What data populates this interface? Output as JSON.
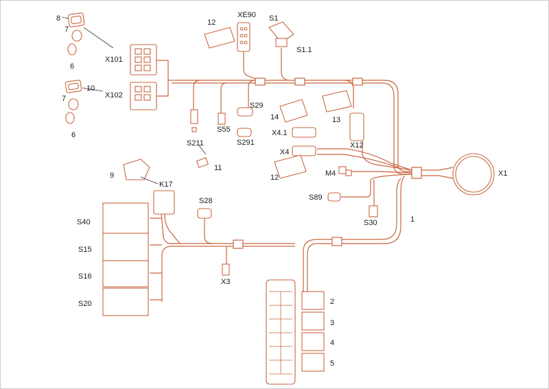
{
  "theme": {
    "stroke": "#c8643c",
    "text": "#1a1a1a",
    "border": "#cccccc"
  },
  "labels": {
    "n8": "8",
    "n7a": "7",
    "n6a": "6",
    "x101": "X101",
    "n10": "10",
    "n7b": "7",
    "n6b": "6",
    "x102": "X102",
    "n12a": "12",
    "xe90": "XE90",
    "s1": "S1",
    "s1_1": "S1.1",
    "s29": "S29",
    "s55": "S55",
    "s291": "S291",
    "n14": "14",
    "x4_1": "X4.1",
    "n13": "13",
    "x12": "X12",
    "x4": "X4",
    "s211": "S211",
    "n11": "11",
    "n12b": "12",
    "m4": "M4",
    "x1": "X1",
    "s89": "S89",
    "s30": "S30",
    "n9": "9",
    "k17": "K17",
    "s28": "S28",
    "n1": "1",
    "s40": "S40",
    "s15": "S15",
    "s16": "S16",
    "s20": "S20",
    "x3": "X3",
    "n2": "2",
    "n3": "3",
    "n4": "4",
    "n5": "5"
  }
}
